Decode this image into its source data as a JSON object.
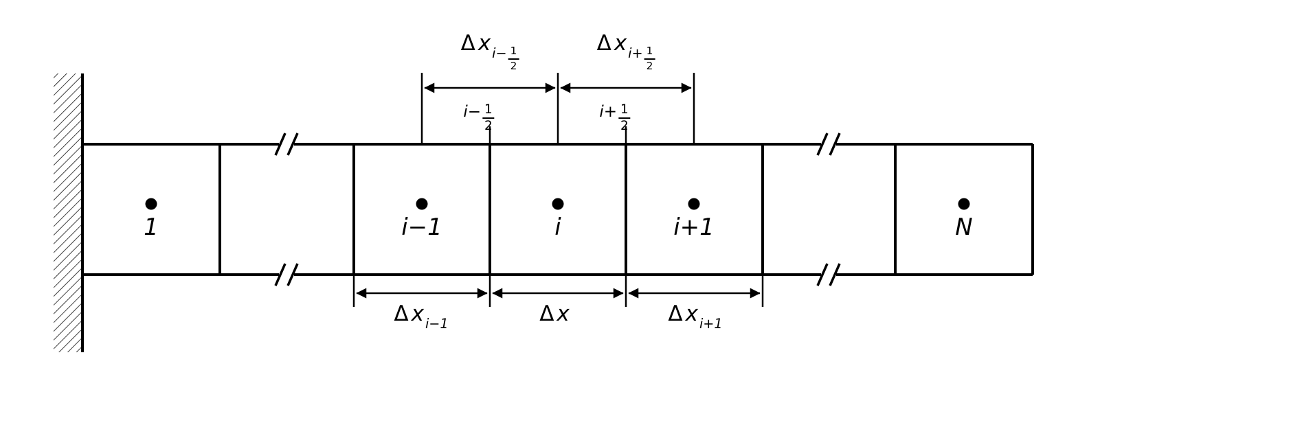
{
  "figure": {
    "background": "#ffffff",
    "line_color": "#000000",
    "cells": [
      {
        "label": "1"
      },
      {
        "label": "i−1"
      },
      {
        "label": "i"
      },
      {
        "label": "i+1"
      },
      {
        "label": "N"
      }
    ],
    "top": {
      "dx_left": {
        "delta": "Δ",
        "var": "x",
        "sub_prefix": "i−",
        "frac_num": "1",
        "frac_den": "2"
      },
      "dx_right": {
        "delta": "Δ",
        "var": "x",
        "sub_prefix": "i+",
        "frac_num": "1",
        "frac_den": "2"
      },
      "face_left": {
        "prefix": "i−",
        "frac_num": "1",
        "frac_den": "2"
      },
      "face_right": {
        "prefix": "i+",
        "frac_num": "1",
        "frac_den": "2"
      }
    },
    "bottom": {
      "dx_im1": {
        "delta": "Δ",
        "var": "x",
        "sub": "i−1"
      },
      "dx_i": {
        "delta": "Δ",
        "var": "x"
      },
      "dx_ip1": {
        "delta": "Δ",
        "var": "x",
        "sub": "i+1"
      }
    }
  }
}
